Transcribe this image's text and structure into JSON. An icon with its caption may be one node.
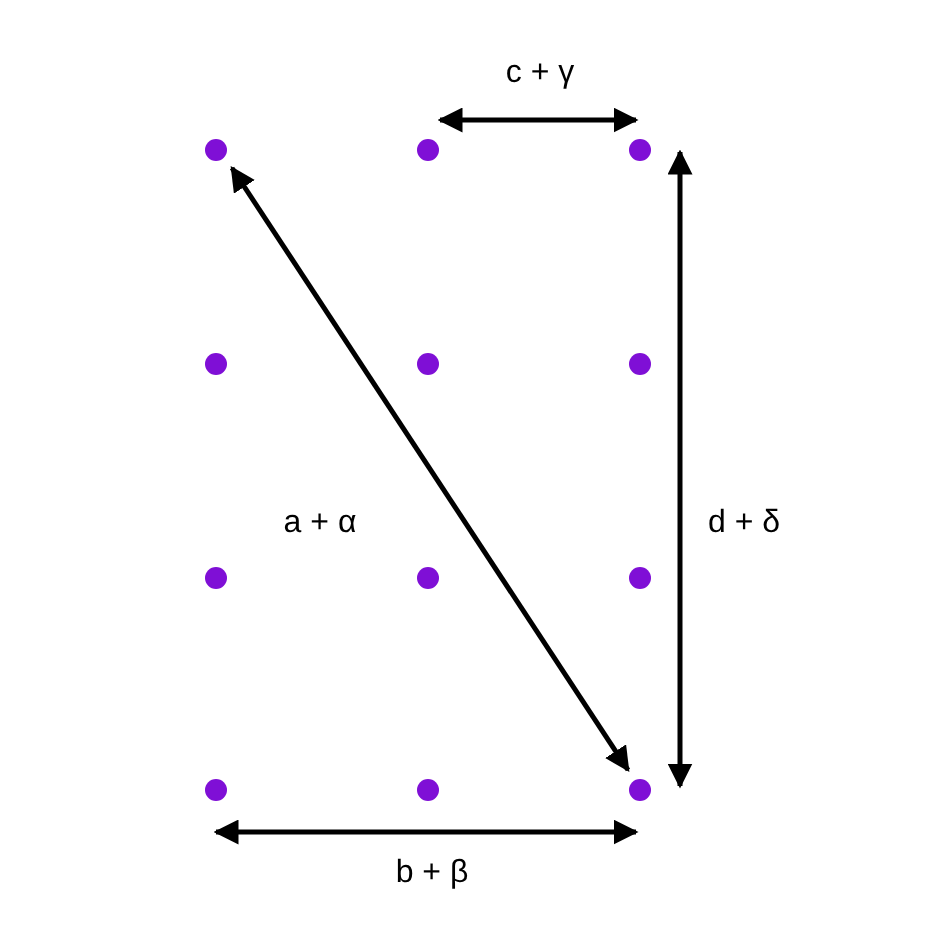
{
  "diagram": {
    "labels": [
      "c + γ",
      "a + α",
      "d + δ",
      "b + β"
    ]
  }
}
